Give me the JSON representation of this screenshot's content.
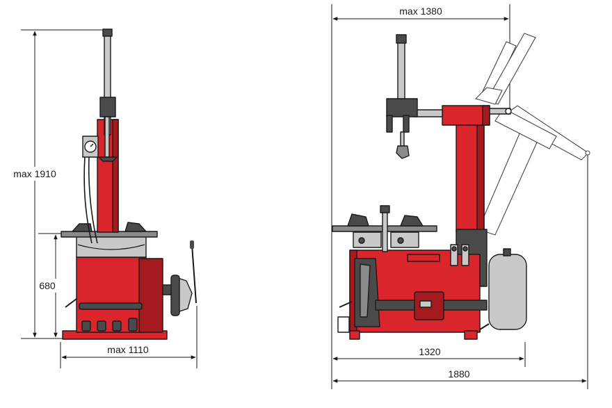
{
  "dimensions": {
    "height_max": "max 1910",
    "table_height": "680",
    "width_max_front": "max 1110",
    "arm_width_max": "max 1380",
    "base_length": "1320",
    "total_length": "1880"
  },
  "colors": {
    "machine_body": "#d9252b",
    "machine_shadow": "#a51a1f",
    "dark_parts": "#4a4a4a",
    "air_tank": "#c9c9c9",
    "lines": "#1a1a1a"
  }
}
